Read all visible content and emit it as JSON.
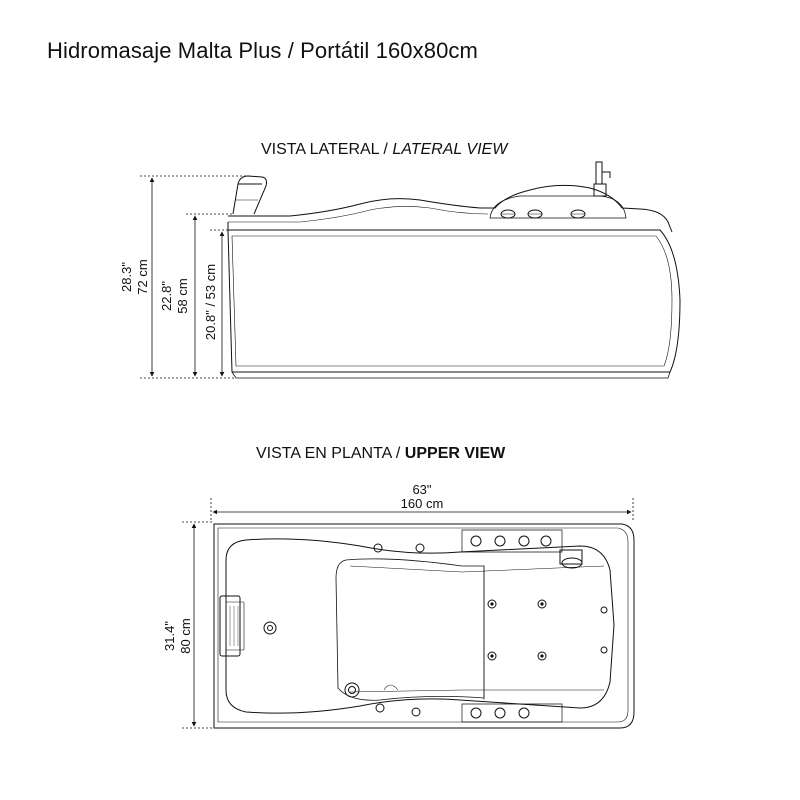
{
  "title": "Hidromasaje Malta Plus / Portátil 160x80cm",
  "lateral_view": {
    "label_es": "VISTA LATERAL / ",
    "label_en": "LATERAL VIEW",
    "dimensions": [
      {
        "inches": "28.3\"",
        "cm": "72 cm"
      },
      {
        "inches": "22.8\"",
        "cm": "58 cm"
      },
      {
        "combined": "20.8\" / 53 cm"
      }
    ]
  },
  "upper_view": {
    "label_es": "VISTA EN PLANTA / ",
    "label_en": "UPPER VIEW",
    "length": {
      "inches": "63\"",
      "cm": "160 cm"
    },
    "width": {
      "inches": "31.4\"",
      "cm": "80 cm"
    }
  }
}
